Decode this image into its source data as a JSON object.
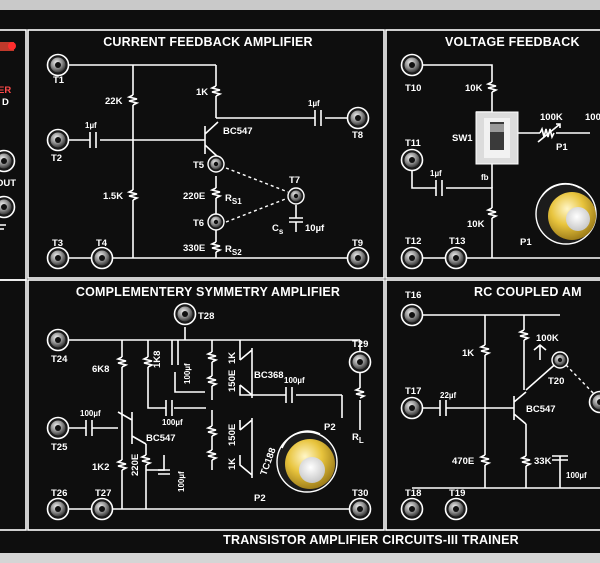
{
  "left_stub": {
    "line1": "ER",
    "line2": "D",
    "line3": "OUT"
  },
  "panels": {
    "current_feedback": {
      "title": "CURRENT FEEDBACK AMPLIFIER",
      "terminals": {
        "t1": "T1",
        "t2": "T2",
        "t3": "T3",
        "t4": "T4",
        "t5": "T5",
        "t6": "T6",
        "t7": "T7",
        "t8": "T8",
        "t9": "T9"
      },
      "labels": {
        "r22k": "22K",
        "r1k": "1K",
        "c_in": "1µf",
        "c_out": "1µf",
        "transistor": "BC547",
        "r1_5k": "1.5K",
        "r220": "220E",
        "rs1": "R",
        "rs1_sub": "S1",
        "r330": "330E",
        "rs2": "R",
        "rs2_sub": "S2",
        "cs": "C",
        "cs_sub": "s",
        "c10": "10µf"
      }
    },
    "voltage_feedback": {
      "title": "VOLTAGE FEEDBACK",
      "terminals": {
        "t10": "T10",
        "t11": "T11",
        "t12": "T12",
        "t13": "T13"
      },
      "labels": {
        "r10k_top": "10K",
        "sw1": "SW1",
        "fb": "fb",
        "r100k": "100K",
        "p1": "P1",
        "r100": "100",
        "c_in": "1µf",
        "r10k_bot": "10K",
        "p1_knob": "P1"
      }
    },
    "complementary": {
      "title": "COMPLEMENTERY SYMMETRY AMPLIFIER",
      "terminals": {
        "t24": "T24",
        "t25": "T25",
        "t26": "T26",
        "t27": "T27",
        "t28": "T28",
        "t29": "T29",
        "t30": "T30"
      },
      "labels": {
        "r6k8": "6K8",
        "r1k8": "1K8",
        "c100_a": "100µf",
        "r1k_a": "1K",
        "r150e_a": "150E",
        "bc368": "BC368",
        "c100_b": "100µf",
        "c100_c": "100µf",
        "c100_out": "100µf",
        "bc547": "BC547",
        "r1k2": "1K2",
        "r220e": "220E",
        "c100_d": "100µf",
        "r150e_b": "150E",
        "r1k_b": "1K",
        "tc188": "TC188",
        "p2": "P2",
        "p2_knob": "P2",
        "rl": "R",
        "rl_sub": "L"
      }
    },
    "rc_coupled": {
      "title": "RC COUPLED AM",
      "terminals": {
        "t16": "T16",
        "t17": "T17",
        "t18": "T18",
        "t19": "T19",
        "t20": "T20"
      },
      "labels": {
        "r1k": "1K",
        "r100k": "100K",
        "c22": "22µf",
        "bc547": "BC547",
        "r470e": "470E",
        "r33k": "33K",
        "c100": "100µf"
      }
    }
  },
  "footer": {
    "title": "TRANSISTOR AMPLIFIER CIRCUITS-III TRAINER"
  }
}
